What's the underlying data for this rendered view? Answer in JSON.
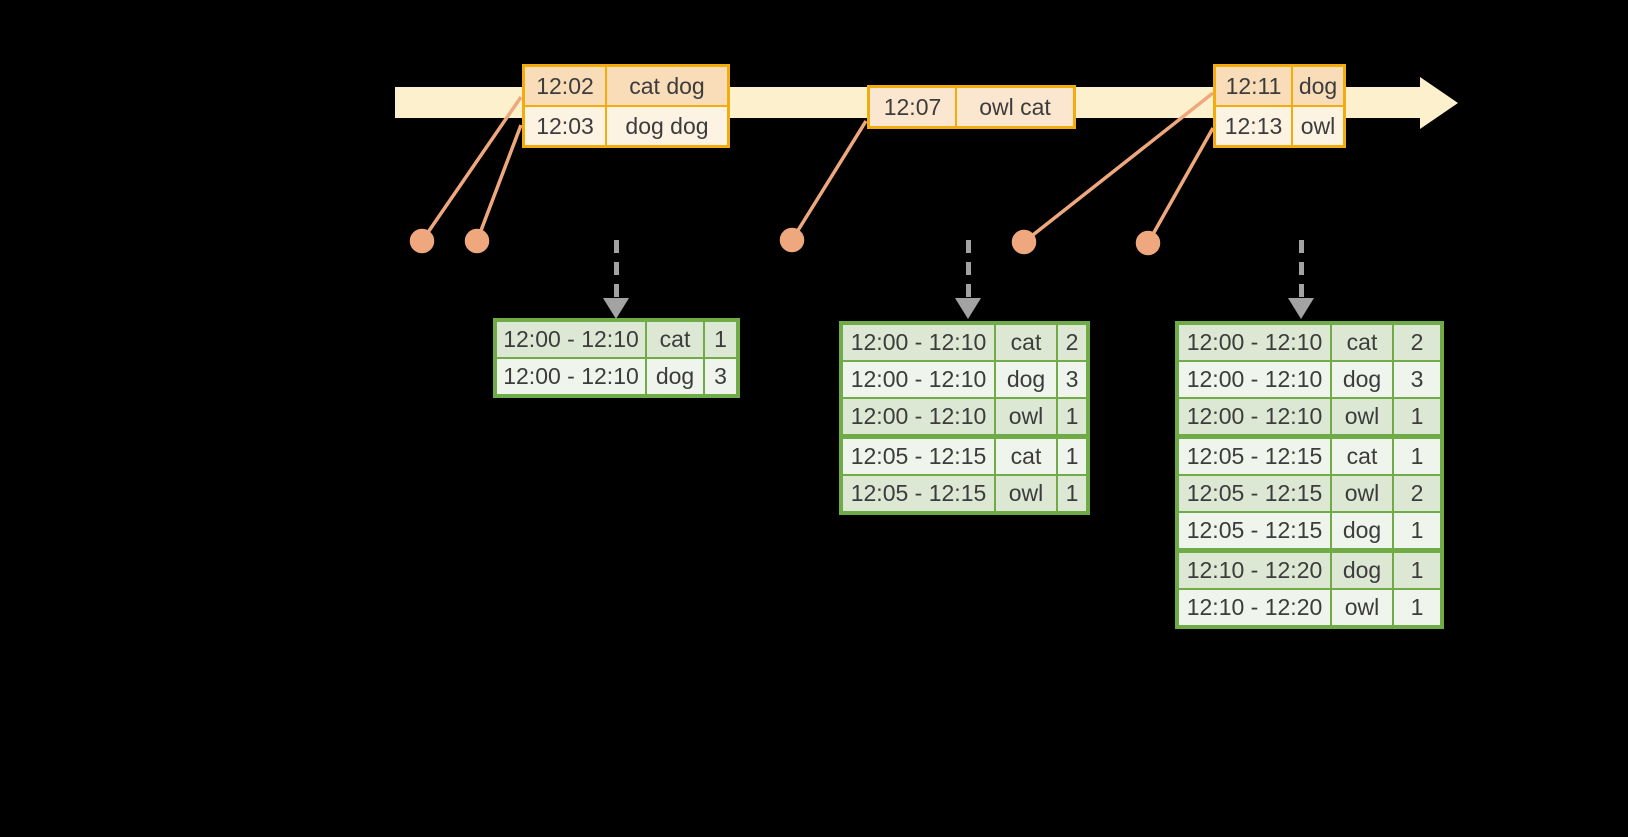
{
  "colors": {
    "background": "#000000",
    "timeline_bar": "#FCF1CC",
    "event_table_border": "#F2AC0E",
    "event_row_peach": "#F9DCB8",
    "event_row_cream": "#FDF3E3",
    "connector_salmon": "#EFA87D",
    "trigger_arrow_gray": "#A3A3A3",
    "result_table_border": "#6FAC47",
    "result_row_dark": "#DCE8D4",
    "result_row_light": "#EFF4EC",
    "text": "#3C3C3C"
  },
  "event_tables": [
    {
      "rows": [
        {
          "time": "12:02",
          "words": "cat dog"
        },
        {
          "time": "12:03",
          "words": "dog dog"
        }
      ]
    },
    {
      "rows": [
        {
          "time": "12:07",
          "words": "owl cat"
        }
      ]
    },
    {
      "rows": [
        {
          "time": "12:11",
          "words": "dog"
        },
        {
          "time": "12:13",
          "words": "owl"
        }
      ]
    }
  ],
  "result_tables": [
    {
      "rows": [
        {
          "window": "12:00 - 12:10",
          "word": "cat",
          "count": "1"
        },
        {
          "window": "12:00 - 12:10",
          "word": "dog",
          "count": "3"
        }
      ]
    },
    {
      "rows": [
        {
          "window": "12:00 - 12:10",
          "word": "cat",
          "count": "2"
        },
        {
          "window": "12:00 - 12:10",
          "word": "dog",
          "count": "3"
        },
        {
          "window": "12:00 - 12:10",
          "word": "owl",
          "count": "1"
        },
        {
          "window": "12:05 - 12:15",
          "word": "cat",
          "count": "1"
        },
        {
          "window": "12:05 - 12:15",
          "word": "owl",
          "count": "1"
        }
      ]
    },
    {
      "rows": [
        {
          "window": "12:00 - 12:10",
          "word": "cat",
          "count": "2"
        },
        {
          "window": "12:00 - 12:10",
          "word": "dog",
          "count": "3"
        },
        {
          "window": "12:00 - 12:10",
          "word": "owl",
          "count": "1"
        },
        {
          "window": "12:05 - 12:15",
          "word": "cat",
          "count": "1"
        },
        {
          "window": "12:05 - 12:15",
          "word": "owl",
          "count": "2"
        },
        {
          "window": "12:05 - 12:15",
          "word": "dog",
          "count": "1"
        },
        {
          "window": "12:10 - 12:20",
          "word": "dog",
          "count": "1"
        },
        {
          "window": "12:10 - 12:20",
          "word": "owl",
          "count": "1"
        }
      ]
    }
  ]
}
